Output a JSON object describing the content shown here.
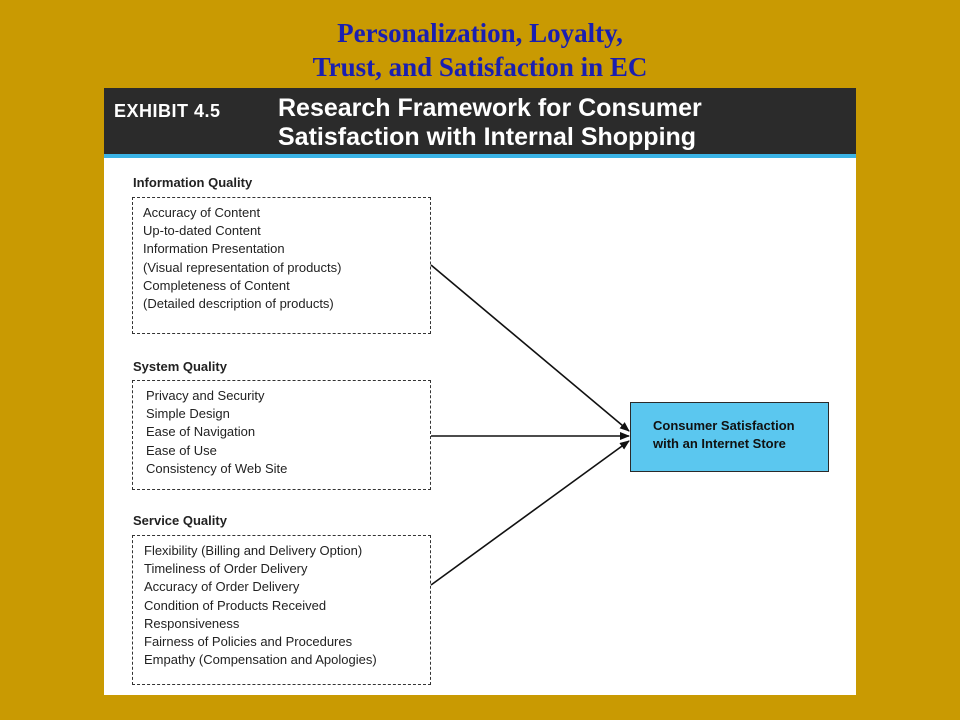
{
  "slide": {
    "title_line1": "Personalization, Loyalty,",
    "title_line2": "Trust, and Satisfaction in EC"
  },
  "exhibit": {
    "label": "EXHIBIT 4.5",
    "title_line1": "Research Framework for Consumer",
    "title_line2": "Satisfaction with Internal Shopping"
  },
  "groups": [
    {
      "title": "Information Quality",
      "items": [
        "Accuracy of Content",
        "Up-to-dated Content",
        "Information Presentation",
        "(Visual representation of products)",
        "Completeness of Content",
        "(Detailed description of products)"
      ]
    },
    {
      "title": "System Quality",
      "items": [
        "Privacy and Security",
        "Simple Design",
        "Ease of Navigation",
        "Ease of Use",
        "Consistency of Web Site"
      ]
    },
    {
      "title": "Service Quality",
      "items": [
        "Flexibility (Billing and Delivery Option)",
        "Timeliness of Order Delivery",
        "Accuracy of Order Delivery",
        "Condition of Products Received",
        "Responsiveness",
        "Fairness of Policies and Procedures",
        "Empathy (Compensation and Apologies)"
      ]
    }
  ],
  "outcome": {
    "line1": "Consumer Satisfaction",
    "line2": "with an Internet Store"
  },
  "colors": {
    "slide_background": "#C99A02",
    "title_text": "#1a1fb0",
    "header_background": "#2b2b2b",
    "header_rule": "#3bb4e6",
    "outcome_fill": "#5bc7ef"
  }
}
